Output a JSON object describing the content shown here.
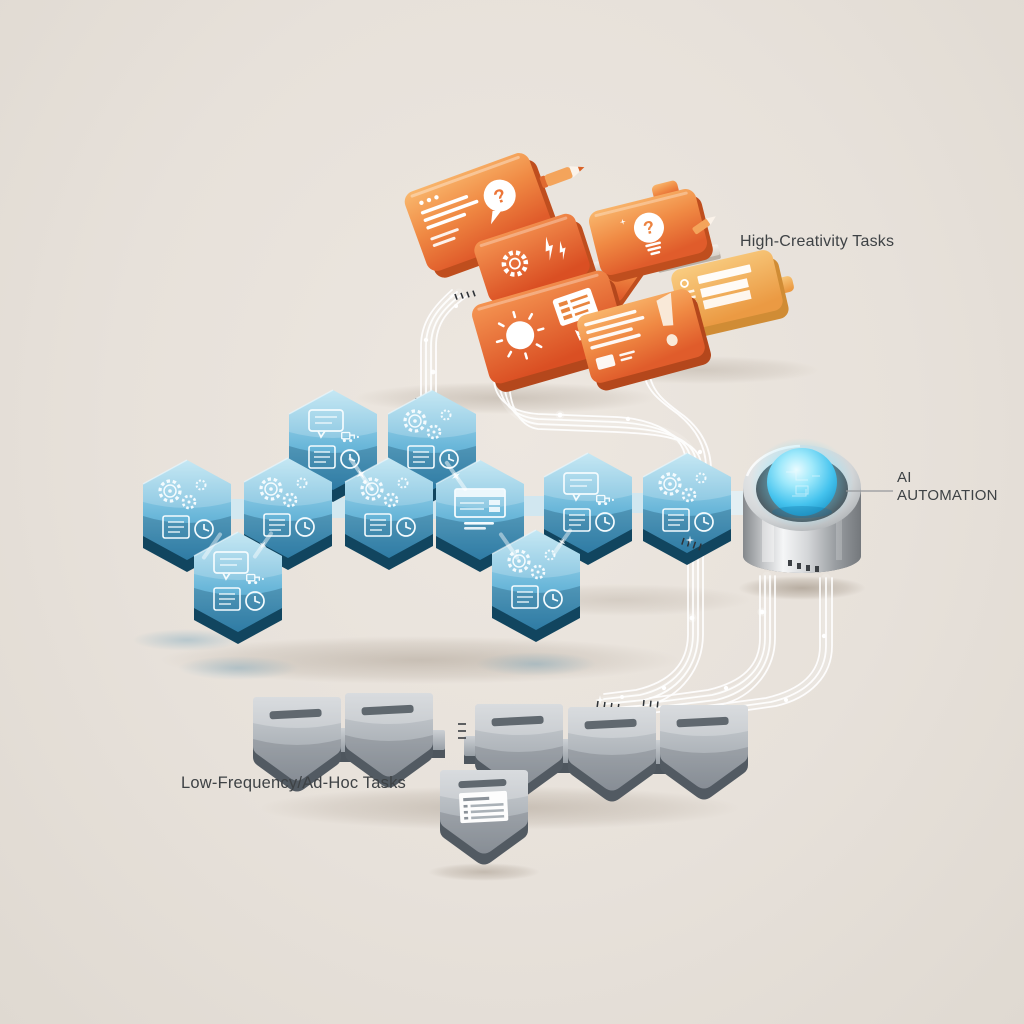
{
  "labels": {
    "high_creativity": "High-Creativity Tasks",
    "ai_line1": "AI",
    "ai_line2": "AUTOMATION",
    "low_frequency": "Low-Frequency/Ad-Hoc Tasks"
  },
  "glyphs": {
    "question": "?"
  },
  "palette": {
    "background": "#e7e1da",
    "orange_light": "#f9b86e",
    "orange": "#f08a44",
    "orange_deep": "#e05c2b",
    "amber": "#f2a64f",
    "hex_blue_light": "#b7e2f1",
    "hex_blue": "#6cb8da",
    "hex_blue_deep": "#3d94c2",
    "hex_side_dark": "#11455f",
    "gray_light": "#ccd0d4",
    "gray": "#9aa1a8",
    "gray_side": "#525a62",
    "metal_light": "#f5f6f7",
    "metal_dark": "#74787c",
    "orb_glow": "#45c3ee",
    "wire": "#ffffff",
    "text": "#3e4245"
  },
  "diagram": {
    "high_creativity_cluster": {
      "label": "High-Creativity Tasks",
      "cards": [
        {
          "id": "question-card",
          "icon": "question-bubble-icon"
        },
        {
          "id": "gear-lightning-card",
          "icon": "gear-lightning-icon"
        },
        {
          "id": "lightbulb-card",
          "icon": "lightbulb-question-icon"
        },
        {
          "id": "sun-checklist-card",
          "icon": "sun-checklist-icon"
        },
        {
          "id": "notes-exclamation-card",
          "icon": "notes-exclamation-icon"
        },
        {
          "id": "data-table-card",
          "icon": "data-table-icon"
        }
      ]
    },
    "automation_pipeline": {
      "hexagon_nodes": [
        {
          "id": "hex-chat-1",
          "icon": "chat-doc-clock-icon"
        },
        {
          "id": "hex-gears-1",
          "icon": "gears-doc-clock-icon"
        },
        {
          "id": "hex-gears-2",
          "icon": "gears-doc-clock-icon"
        },
        {
          "id": "hex-gears-3",
          "icon": "gears-doc-clock-icon"
        },
        {
          "id": "hex-gears-4",
          "icon": "gears-doc-clock-icon"
        },
        {
          "id": "hex-table-1",
          "icon": "table-panel-icon"
        },
        {
          "id": "hex-chat-2",
          "icon": "chat-doc-clock-icon"
        },
        {
          "id": "hex-gears-5",
          "icon": "gears-doc-clock-icon"
        },
        {
          "id": "hex-chat-3",
          "icon": "chat-doc-clock-icon"
        },
        {
          "id": "hex-gears-6",
          "icon": "gears-doc-clock-icon"
        }
      ],
      "device": {
        "id": "ai-automation-device",
        "label_line1": "AI",
        "label_line2": "AUTOMATION"
      }
    },
    "low_frequency_cluster": {
      "label": "Low-Frequency/Ad-Hoc Tasks",
      "shields": [
        {
          "id": "shield-1",
          "icon": "slot-icon"
        },
        {
          "id": "shield-2",
          "icon": "slot-icon"
        },
        {
          "id": "shield-3",
          "icon": "slot-icon"
        },
        {
          "id": "shield-4",
          "icon": "slot-icon"
        },
        {
          "id": "shield-5",
          "icon": "slot-icon"
        },
        {
          "id": "shield-form",
          "icon": "form-icon"
        }
      ]
    }
  }
}
